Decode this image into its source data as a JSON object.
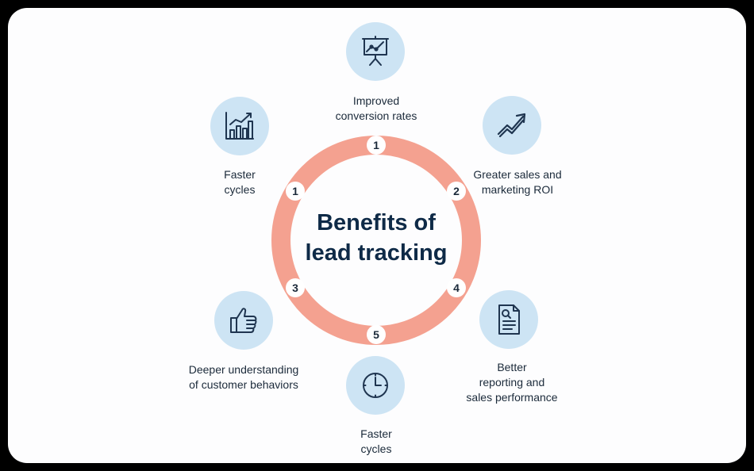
{
  "diagram": {
    "title_line1": "Benefits of",
    "title_line2": "lead tracking",
    "colors": {
      "ring": "#f4a190",
      "icon_bg": "#cde4f4",
      "icon_stroke": "#1f3550",
      "text": "#1b2a3a",
      "title": "#0e2a47"
    },
    "badges": [
      "1",
      "1",
      "2",
      "3",
      "4",
      "5"
    ],
    "items": [
      {
        "icon": "presentation-chart-icon",
        "line1": "Improved",
        "line2": "conversion rates",
        "line3": ""
      },
      {
        "icon": "trend-arrow-icon",
        "line1": "Greater sales and",
        "line2": "marketing ROI",
        "line3": ""
      },
      {
        "icon": "report-document-icon",
        "line1": "Better",
        "line2": "reporting and",
        "line3": "sales performance"
      },
      {
        "icon": "clock-icon",
        "line1": "Faster",
        "line2": "cycles",
        "line3": ""
      },
      {
        "icon": "thumbs-up-icon",
        "line1": "Deeper understanding",
        "line2": "of customer behaviors",
        "line3": ""
      },
      {
        "icon": "bar-chart-icon",
        "line1": "Faster",
        "line2": "cycles",
        "line3": ""
      }
    ]
  }
}
